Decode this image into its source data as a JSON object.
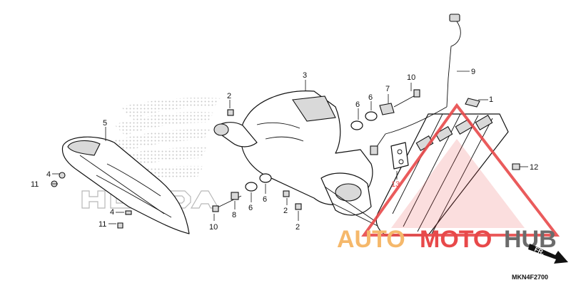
{
  "diagram_code": "MKN4F2700",
  "front_label": "FR.",
  "watermark": {
    "part1": "AUTO",
    "part2": "MOTO",
    "part3": "HUB",
    "color_orange": "#f5b86b",
    "color_red": "#e8494a",
    "color_grey": "#6b6b6b"
  },
  "callouts": {
    "c1": "1",
    "c2a": "2",
    "c2b": "2",
    "c2c": "2",
    "c3": "3",
    "c4a": "4",
    "c4b": "4",
    "c5": "5",
    "c6a": "6",
    "c6b": "6",
    "c6c": "6",
    "c6d": "6",
    "c7": "7",
    "c8": "8",
    "c9": "9",
    "c10a": "10",
    "c10b": "10",
    "c11a": "11",
    "c11b": "11",
    "c12": "12",
    "c13": "13"
  },
  "colors": {
    "line": "#111111",
    "highlight": "#e8494a"
  }
}
